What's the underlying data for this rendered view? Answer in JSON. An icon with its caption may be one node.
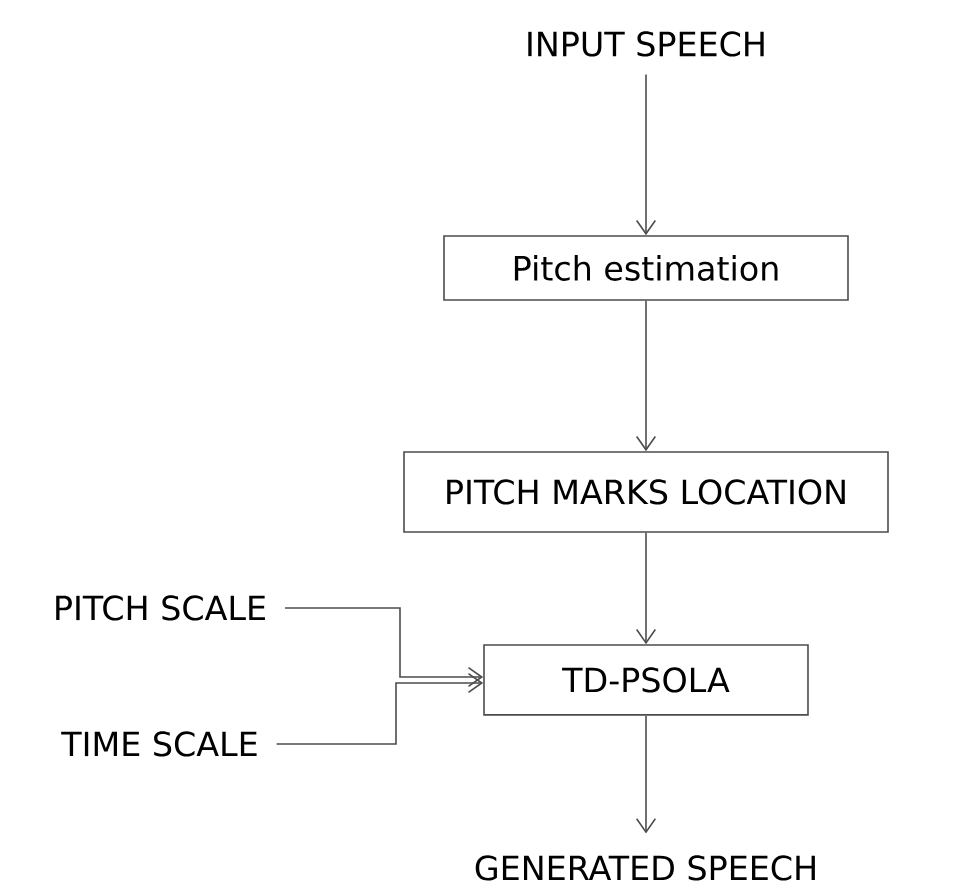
{
  "diagram": {
    "nodes": [
      {
        "text": [
          "INPUT SPEECH"
        ]
      },
      {
        "text": [
          "Pitch estimation"
        ]
      },
      {
        "text": [
          "PITCH MARKS LOCATION"
        ]
      },
      {
        "text": [
          "PITCH SCALE"
        ]
      },
      {
        "text": [
          "TD-PSOLA"
        ]
      },
      {
        "text": [
          "TIME SCALE"
        ]
      },
      {
        "text": [
          "GENERATED SPEECH"
        ]
      }
    ],
    "edges": [
      {
        "from": 0,
        "to": 1,
        "arrow": "to"
      },
      {
        "from": 1,
        "to": 2,
        "arrow": "to"
      },
      {
        "from": 2,
        "to": 4,
        "arrow": "to"
      },
      {
        "from": 3,
        "to": 4,
        "arrow": "to"
      },
      {
        "from": 5,
        "to": 4,
        "arrow": "to"
      },
      {
        "from": 4,
        "to": 6,
        "arrow": "to"
      }
    ]
  }
}
